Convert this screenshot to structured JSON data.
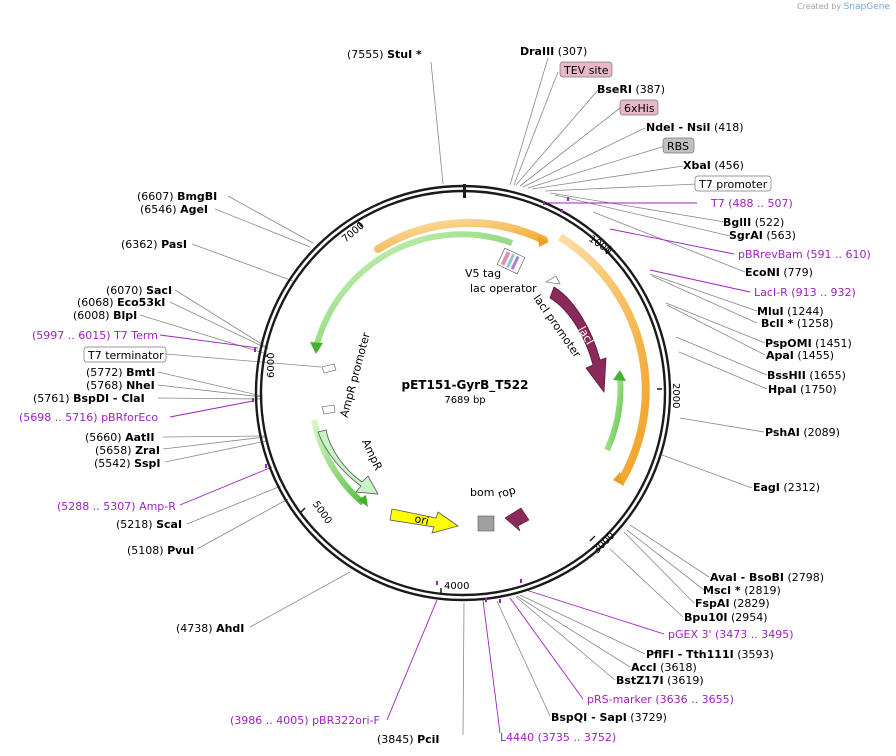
{
  "credit": {
    "prefix": "Created by",
    "brand": "SnapGene"
  },
  "plasmid": {
    "name": "pET151-GyrB_T522",
    "length": "7689 bp"
  },
  "tick_labels": [
    "1000",
    "2000",
    "3000",
    "4000",
    "5000",
    "6000",
    "7000"
  ],
  "sites": [
    {
      "pos": "(7555)",
      "name": "StuI",
      "star": true
    },
    {
      "pos": "(307)",
      "name": "DraIII"
    },
    {
      "pos": "(387)",
      "name": "BseRI"
    },
    {
      "pos": "(418)",
      "name": "NdeI - NsiI"
    },
    {
      "pos": "(456)",
      "name": "XbaI"
    },
    {
      "pos": "(522)",
      "name": "BglII"
    },
    {
      "pos": "(563)",
      "name": "SgrAI"
    },
    {
      "pos": "(779)",
      "name": "EcoNI"
    },
    {
      "pos": "(1244)",
      "name": "MluI"
    },
    {
      "pos": "(1258)",
      "name": "BclI",
      "star": true
    },
    {
      "pos": "(1451)",
      "name": "PspOMI"
    },
    {
      "pos": "(1455)",
      "name": "ApaI"
    },
    {
      "pos": "(1655)",
      "name": "BssHII"
    },
    {
      "pos": "(1750)",
      "name": "HpaI"
    },
    {
      "pos": "(2089)",
      "name": "PshAI"
    },
    {
      "pos": "(2312)",
      "name": "EagI"
    },
    {
      "pos": "(2798)",
      "name": "AvaI - BsoBI"
    },
    {
      "pos": "(2819)",
      "name": "MscI",
      "star": true
    },
    {
      "pos": "(2829)",
      "name": "FspAI"
    },
    {
      "pos": "(2954)",
      "name": "Bpu10I"
    },
    {
      "pos": "(3593)",
      "name": "PflFI - Tth111I"
    },
    {
      "pos": "(3618)",
      "name": "AccI"
    },
    {
      "pos": "(3619)",
      "name": "BstZ17I"
    },
    {
      "pos": "(3729)",
      "name": "BspQI - SapI"
    },
    {
      "pos": "(3845)",
      "name": "PciI"
    },
    {
      "pos": "(4738)",
      "name": "AhdI"
    },
    {
      "pos": "(5108)",
      "name": "PvuI"
    },
    {
      "pos": "(5218)",
      "name": "ScaI"
    },
    {
      "pos": "(5542)",
      "name": "SspI"
    },
    {
      "pos": "(5658)",
      "name": "ZraI"
    },
    {
      "pos": "(5660)",
      "name": "AatII"
    },
    {
      "pos": "(5761)",
      "name": "BspDI - ClaI"
    },
    {
      "pos": "(5768)",
      "name": "NheI"
    },
    {
      "pos": "(5772)",
      "name": "BmtI"
    },
    {
      "pos": "(6008)",
      "name": "BlpI"
    },
    {
      "pos": "(6068)",
      "name": "Eco53kI"
    },
    {
      "pos": "(6070)",
      "name": "SacI"
    },
    {
      "pos": "(6362)",
      "name": "PasI"
    },
    {
      "pos": "(6546)",
      "name": "AgeI"
    },
    {
      "pos": "(6607)",
      "name": "BmgBI"
    }
  ],
  "primers": [
    {
      "name": "T7",
      "range": "(488 .. 507)"
    },
    {
      "name": "pBRrevBam",
      "range": "(591 .. 610)"
    },
    {
      "name": "LacI-R",
      "range": "(913 .. 932)"
    },
    {
      "name": "pGEX 3'",
      "range": "(3473 .. 3495)"
    },
    {
      "name": "pRS-marker",
      "range": "(3636 .. 3655)"
    },
    {
      "name": "L4440",
      "range": "(3735 .. 3752)"
    },
    {
      "name": "pBR322ori-F",
      "range": "(3986 .. 4005)"
    },
    {
      "name": "Amp-R",
      "range": "(5288 .. 5307)"
    },
    {
      "name": "pBRforEco",
      "range": "(5698 .. 5716)"
    },
    {
      "name": "T7 Term",
      "range": "(5997 .. 6015)"
    }
  ],
  "boxed_features": [
    "TEV site",
    "6xHis",
    "RBS",
    "T7 promoter",
    "T7 terminator"
  ],
  "features": [
    "V5 tag",
    "lac operator",
    "lacI promoter",
    "lacI",
    "AmpR promoter",
    "AmpR",
    "ori",
    "bom",
    "rop"
  ],
  "colors": {
    "primer": "#a020c0",
    "site_line": "#888888",
    "backbone": "#1a1a1a",
    "lacI": "#8b2a5a",
    "ampR": "#c8f5c8",
    "ori": "#ffff00",
    "rop": "#8b2a5a",
    "bom": "#a0a0a0",
    "orf_orange": "#f0a020",
    "orf_green": "#50c040",
    "tev": "#e8b8c8",
    "rbs": "#c0c0c0"
  }
}
